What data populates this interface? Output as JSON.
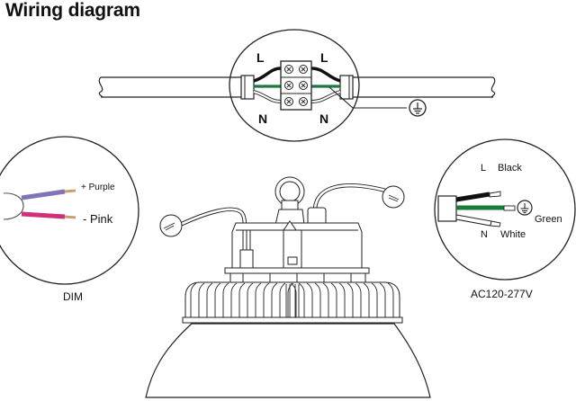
{
  "title": "Wiring diagram",
  "junction": {
    "label_live_left": "L",
    "label_live_right": "L",
    "label_neutral_left": "N",
    "label_neutral_right": "N",
    "ground_icon": "ground-symbol"
  },
  "dim": {
    "plus_label": "+ Purple",
    "minus_label": "- Pink",
    "caption": "DIM",
    "colors": {
      "purple": "#7f74b8",
      "pink": "#d0307a"
    }
  },
  "ac": {
    "live_label": "L",
    "live_color_label": "Black",
    "ground_label": "Green",
    "neutral_label": "N",
    "neutral_color_label": "White",
    "caption": "AC120-277V",
    "colors": {
      "black": "#111111",
      "green": "#1a7a3a",
      "white": "#ffffff"
    }
  }
}
